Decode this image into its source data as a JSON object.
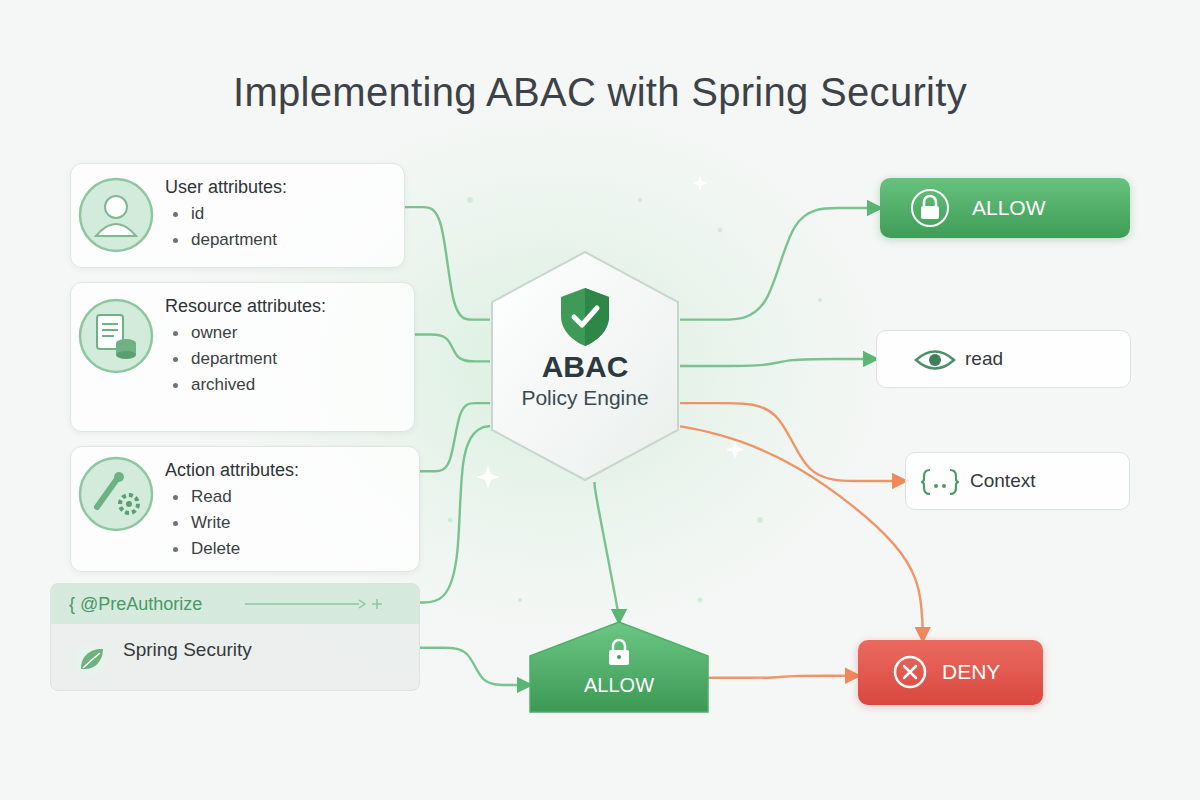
{
  "diagram": {
    "title": "Implementing ABAC with Spring Security",
    "nodes": [
      {
        "text": [
          "User attributes:",
          "id",
          "department"
        ]
      },
      {
        "text": [
          "Resource attributes:",
          "owner",
          "department",
          "archived"
        ]
      },
      {
        "text": [
          "Action attributes:",
          "Read",
          "Write",
          "Delete"
        ]
      },
      {
        "text": [
          "{ @PreAuthorize",
          "Spring Security"
        ]
      },
      {
        "text": [
          "ABAC",
          "Policy Engine"
        ]
      },
      {
        "text": [
          "ALLOW"
        ]
      },
      {
        "text": [
          "read"
        ]
      },
      {
        "text": [
          "Context"
        ]
      },
      {
        "text": [
          "ALLOW"
        ]
      },
      {
        "text": [
          "DENY"
        ]
      }
    ],
    "edges": [
      {
        "from": 0,
        "to": 4,
        "arrow": "none"
      },
      {
        "from": 1,
        "to": 4,
        "arrow": "none"
      },
      {
        "from": 2,
        "to": 4,
        "arrow": "none"
      },
      {
        "from": 3,
        "to": 4,
        "arrow": "none"
      },
      {
        "from": 4,
        "to": 5,
        "arrow": "to"
      },
      {
        "from": 4,
        "to": 6,
        "arrow": "to"
      },
      {
        "from": 4,
        "to": 7,
        "arrow": "to"
      },
      {
        "from": 4,
        "to": 8,
        "arrow": "to"
      },
      {
        "from": 4,
        "to": 9,
        "arrow": "to"
      },
      {
        "from": 3,
        "to": 8,
        "arrow": "to"
      },
      {
        "from": 8,
        "to": 9,
        "arrow": "to"
      }
    ]
  }
}
